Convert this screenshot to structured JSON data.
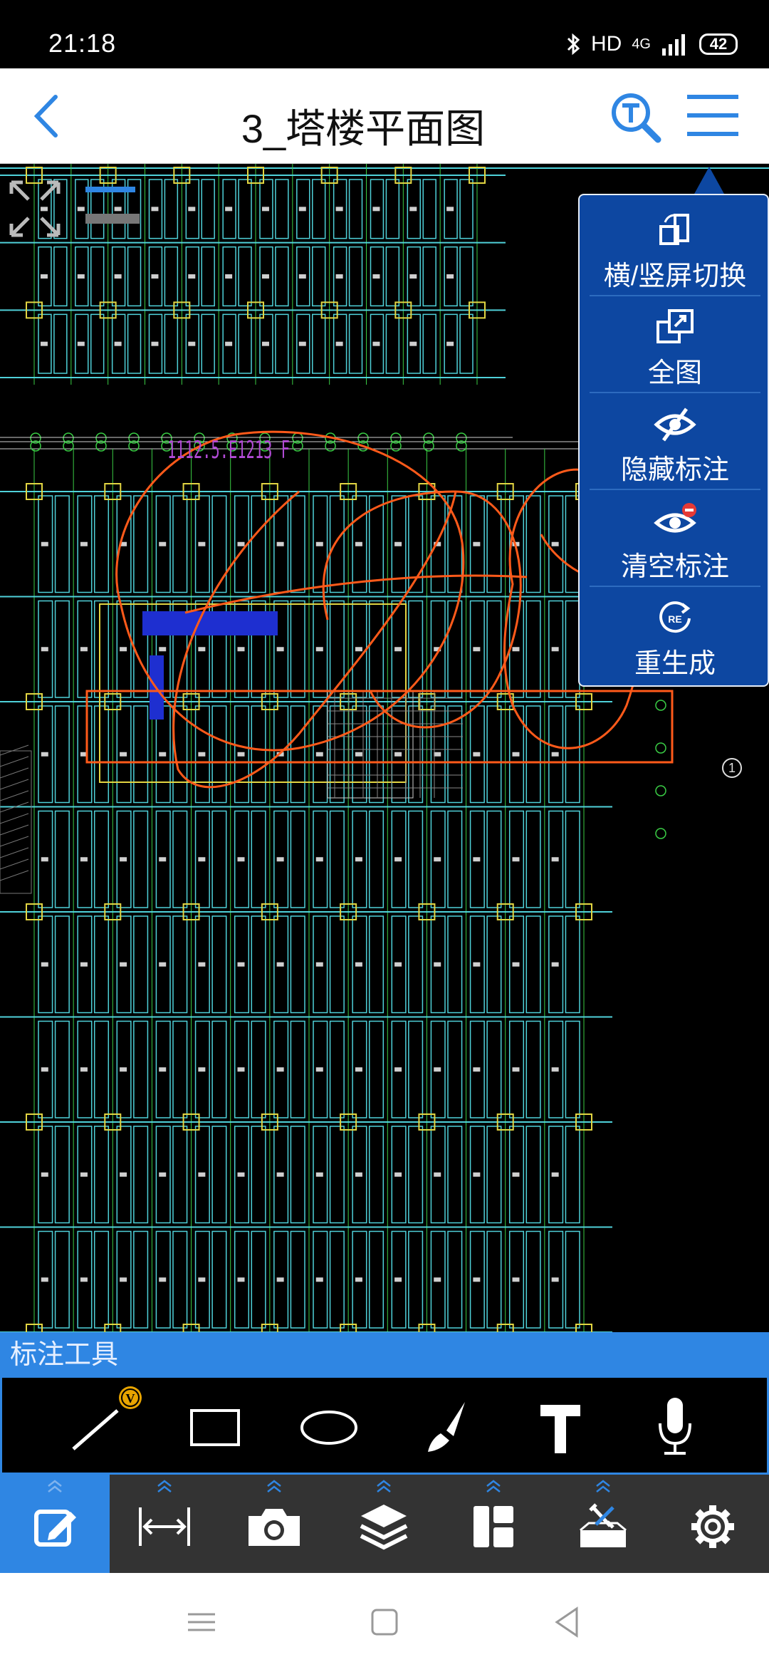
{
  "status": {
    "time": "21:18",
    "hd": "HD",
    "network": "4G",
    "battery": "42"
  },
  "header": {
    "title": "3_塔楼平面图"
  },
  "drawing": {
    "label": "1112.5.E1213 F",
    "axis_marker": "1"
  },
  "popup_menu": {
    "items": [
      {
        "label": "横/竖屏切换",
        "icon": "rotate-screen-icon"
      },
      {
        "label": "全图",
        "icon": "full-view-icon"
      },
      {
        "label": "隐藏标注",
        "icon": "eye-hidden-icon"
      },
      {
        "label": "清空标注",
        "icon": "eye-clear-icon"
      },
      {
        "label": "重生成",
        "icon": "regenerate-icon"
      }
    ]
  },
  "annotate": {
    "title": "标注工具",
    "tools": [
      "line-tool",
      "rectangle-tool",
      "ellipse-tool",
      "brush-tool",
      "text-tool",
      "voice-tool"
    ],
    "line_badge": "V"
  },
  "tabs": [
    "annotate-tab",
    "measure-tab",
    "camera-tab",
    "layers-tab",
    "layout-tab",
    "toolbox-tab",
    "settings-tab"
  ],
  "colors": {
    "accent": "#2f86e3",
    "popup": "#0d47a1",
    "markup": "#ff5a1a"
  }
}
